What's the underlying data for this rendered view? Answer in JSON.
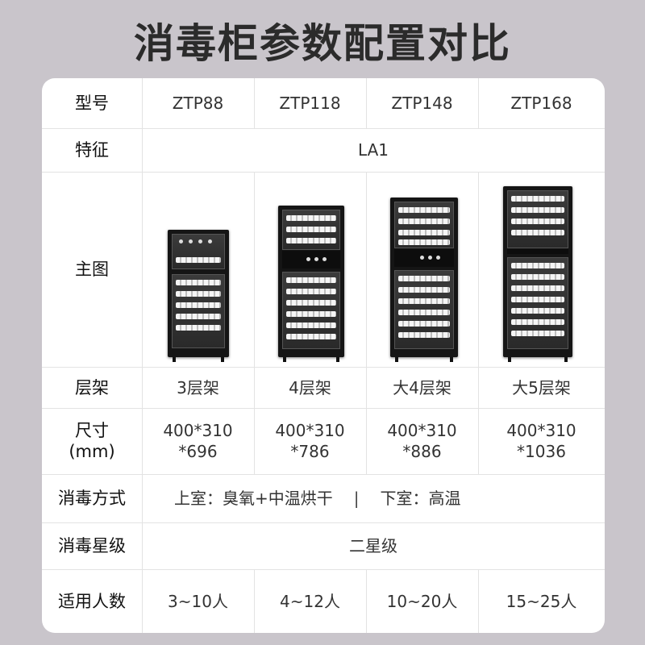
{
  "title": "消毒柜参数配置对比",
  "rows": {
    "model": {
      "label": "型号",
      "values": [
        "ZTP88",
        "ZTP118",
        "ZTP148",
        "ZTP168"
      ]
    },
    "feature": {
      "label": "特征",
      "value": "LA1"
    },
    "image": {
      "label": "主图"
    },
    "shelf": {
      "label": "层架",
      "values": [
        "3层架",
        "4层架",
        "大4层架",
        "大5层架"
      ]
    },
    "size": {
      "label": "尺寸",
      "label_unit": "(mm)",
      "values": [
        {
          "line1": "400*310",
          "line2": "*696"
        },
        {
          "line1": "400*310",
          "line2": "*786"
        },
        {
          "line1": "400*310",
          "line2": "*886"
        },
        {
          "line1": "400*310",
          "line2": "*1036"
        }
      ]
    },
    "method": {
      "label": "消毒方式",
      "upper": "上室：臭氧+中温烘干",
      "separator": "|",
      "lower": "下室：高温"
    },
    "star": {
      "label": "消毒星级",
      "value": "二星级"
    },
    "people": {
      "label": "适用人数",
      "values": [
        "3~10人",
        "4~12人",
        "10~20人",
        "15~25人"
      ]
    }
  },
  "colors": {
    "background": "#c9c5cb",
    "card": "#ffffff",
    "grid": "#e3e3e3",
    "cabinet": "#151515"
  }
}
